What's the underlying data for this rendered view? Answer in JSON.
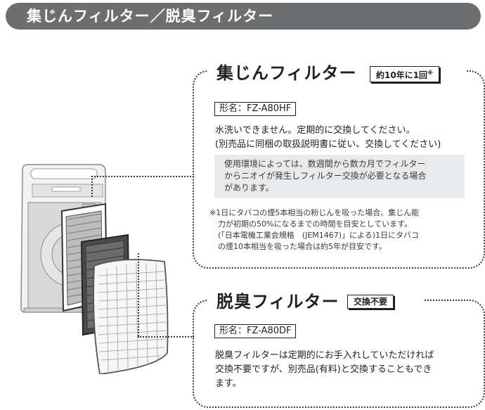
{
  "header": {
    "title": "集じんフィルター／脱臭フィルター"
  },
  "dust_filter": {
    "title": "集じんフィルター",
    "tag": "約10年に1回",
    "tag_mark": "※",
    "model": "形名：FZ-A80HF",
    "text": [
      "水洗いできません。定期的に交換してください。",
      "(別売品に同梱の取扱説明書に従い、交換してください)"
    ],
    "info": [
      "使用環境によっては、数週間から数カ月でフィルター",
      "からニオイが発生しフィルター交換が必要となる場合",
      "があります。"
    ],
    "note": [
      "※1日にタバコの煙5本相当の粉じんを吸った場合、集じん能",
      "力が初期の50%になるまでの時間を目安としています。",
      "(「日本電機工業会規格　(JEM1467)」による)1日にタバコ",
      "の煙10本相当を吸った場合は約5年が目安です。"
    ]
  },
  "deodorize_filter": {
    "title": "脱臭フィルター",
    "tag": "交換不要",
    "model": "形名：FZ-A80DF",
    "text": [
      "脱臭フィルターは定期的にお手入れしていただければ",
      "交換不要ですが、別売品(有料)と交換することもでき",
      "ます。"
    ]
  }
}
